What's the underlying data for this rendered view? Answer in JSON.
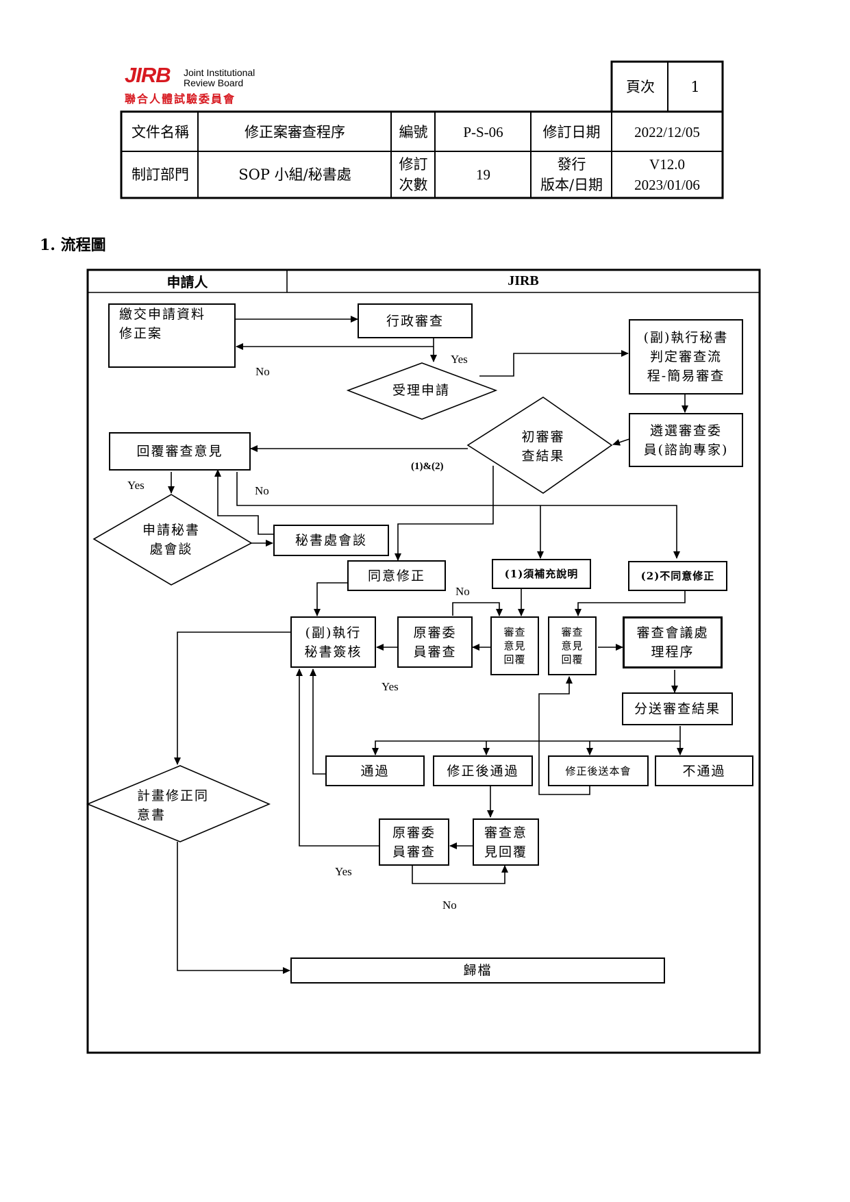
{
  "header": {
    "logo_mark": "JIRB",
    "logo_en_line1": "Joint Institutional",
    "logo_en_line2": "Review Board",
    "logo_zh": "聯合人體試驗委員會",
    "page_label": "頁次",
    "page_number": "1",
    "doc_name_label": "文件名稱",
    "doc_name": "修正案審查程序",
    "code_label": "編號",
    "code": "P-S-06",
    "revise_date_label": "修訂日期",
    "revise_date": "2022/12/05",
    "dept_label": "制訂部門",
    "dept": "SOP 小組/秘書處",
    "revise_count_label_1": "修訂",
    "revise_count_label_2": "次數",
    "revise_count": "19",
    "issue_label_1": "發行",
    "issue_label_2": "版本/日期",
    "issue_version": "V12.0",
    "issue_date": "2023/01/06"
  },
  "section_title": "1. 流程圖",
  "flow": {
    "lane_applicant": "申請人",
    "lane_jirb": "JIRB",
    "submit_line1": "繳交申請資料",
    "submit_line2": "修正案",
    "admin_review": "行政審查",
    "accept_application": "受理申請",
    "exec_sec_line1": "(副)執行秘書",
    "exec_sec_line2": "判定審查流",
    "exec_sec_line3": "程-簡易審查",
    "select_reviewer_line1": "遴選審查委",
    "select_reviewer_line2": "員(諮詢專家)",
    "initial_result_line1": "初審審",
    "initial_result_line2": "查結果",
    "reply_opinion": "回覆審查意見",
    "apply_meeting_line1": "申請秘書",
    "apply_meeting_line2": "處會談",
    "sec_meeting": "秘書處會談",
    "agree_revise": "同意修正",
    "need_explain": "(1)須補充說明",
    "disagree_revise": "(2)不同意修正",
    "exec_sign_line1": "(副)執行",
    "exec_sign_line2": "秘書簽核",
    "orig_review_line1": "原審委",
    "orig_review_line2": "員審查",
    "reply_a_line1": "審查",
    "reply_a_line2": "意見",
    "reply_a_line3": "回覆",
    "reply_b_line1": "審查",
    "reply_b_line2": "意見",
    "reply_b_line3": "回覆",
    "meeting_proc_line1": "審查會議處",
    "meeting_proc_line2": "理程序",
    "send_result": "分送審查結果",
    "pass": "通過",
    "pass_after_revise": "修正後通過",
    "send_after_revise": "修正後送本會",
    "fail": "不通過",
    "consent_line1": "計畫修正同",
    "consent_line2": "意書",
    "orig_review2_line1": "原審委",
    "orig_review2_line2": "員審查",
    "reply2_line1": "審查意",
    "reply2_line2": "見回覆",
    "archive": "歸檔",
    "yes": "Yes",
    "no": "No",
    "label_1_and_2": "(1)&(2)"
  }
}
